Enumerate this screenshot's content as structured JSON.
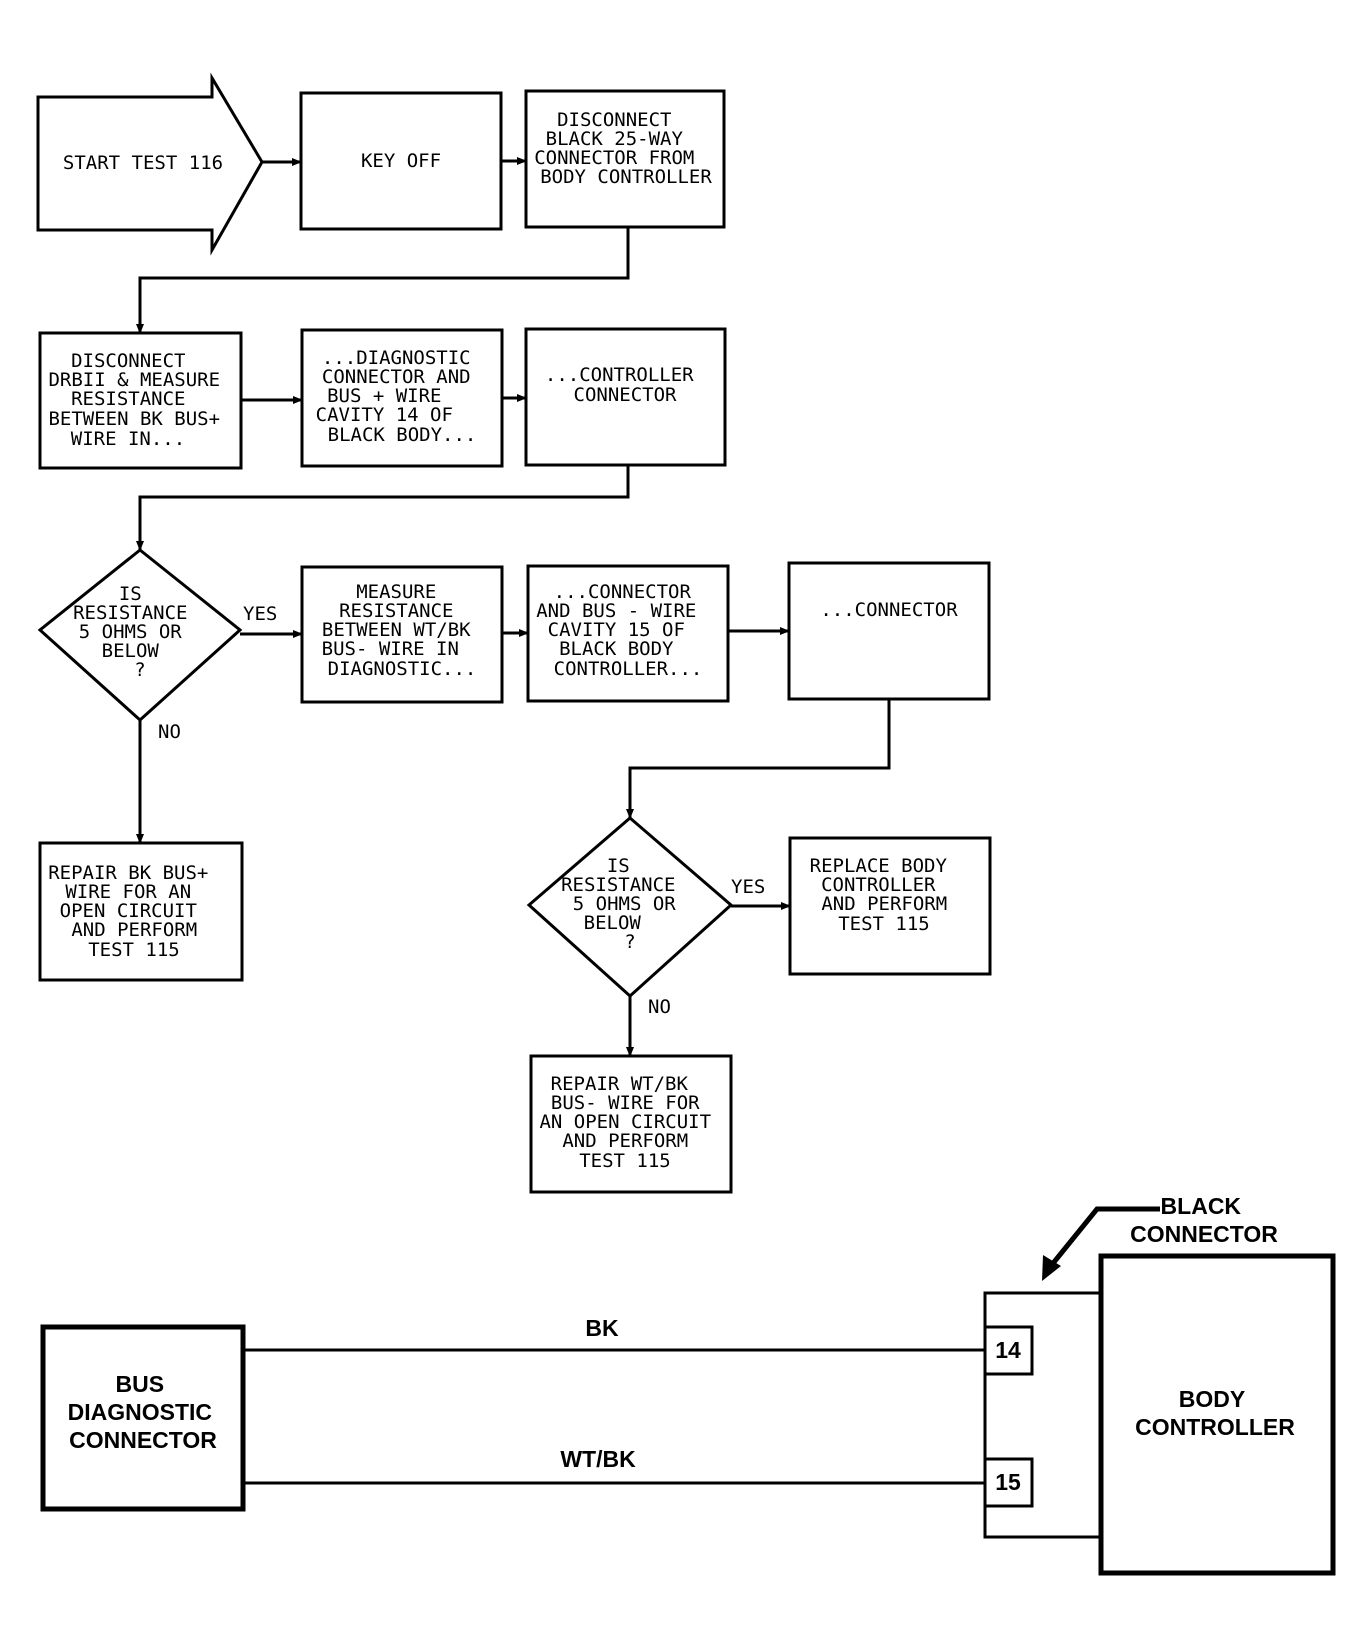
{
  "flowchart": {
    "start": "START TEST 116",
    "key_off": "KEY OFF",
    "disconnect_black": [
      "DISCONNECT",
      "BLACK 25-WAY",
      "CONNECTOR FROM",
      "BODY CONTROLLER"
    ],
    "disconnect_drbii": [
      "DISCONNECT",
      "DRBII & MEASURE",
      "RESISTANCE",
      "BETWEEN BK BUS+",
      "WIRE IN..."
    ],
    "diag_connector": [
      "...DIAGNOSTIC",
      "CONNECTOR AND",
      "BUS + WIRE",
      "CAVITY 14 OF",
      "BLACK BODY..."
    ],
    "controller_connector": [
      "...CONTROLLER",
      "CONNECTOR"
    ],
    "decision1": [
      "IS",
      "RESISTANCE",
      "5 OHMS OR",
      "BELOW",
      "?"
    ],
    "yes1": "YES",
    "no1": "NO",
    "measure_wtbk": [
      "MEASURE",
      "RESISTANCE",
      "BETWEEN WT/BK",
      "BUS- WIRE IN",
      "DIAGNOSTIC..."
    ],
    "connector_bus_minus": [
      "...CONNECTOR",
      "AND BUS - WIRE",
      "CAVITY 15 OF",
      "BLACK BODY",
      "CONTROLLER..."
    ],
    "connector_end": [
      "...CONNECTOR"
    ],
    "repair_bk": [
      "REPAIR BK BUS+",
      "WIRE FOR AN",
      "OPEN CIRCUIT",
      "AND PERFORM",
      "TEST 115"
    ],
    "decision2": [
      "IS",
      "RESISTANCE",
      "5 OHMS OR",
      "BELOW",
      "?"
    ],
    "yes2": "YES",
    "no2": "NO",
    "replace_body": [
      "REPLACE BODY",
      "CONTROLLER",
      "AND PERFORM",
      "TEST 115"
    ],
    "repair_wtbk": [
      "REPAIR WT/BK",
      "BUS- WIRE FOR",
      "AN OPEN CIRCUIT",
      "AND PERFORM",
      "TEST 115"
    ]
  },
  "wiring": {
    "bus_connector": [
      "BUS",
      "DIAGNOSTIC",
      "CONNECTOR"
    ],
    "wire_top": "BK",
    "wire_bottom": "WT/BK",
    "pin_top": "14",
    "pin_bottom": "15",
    "black_connector": [
      "BLACK",
      "CONNECTOR"
    ],
    "body_controller": [
      "BODY",
      "CONTROLLER"
    ]
  }
}
